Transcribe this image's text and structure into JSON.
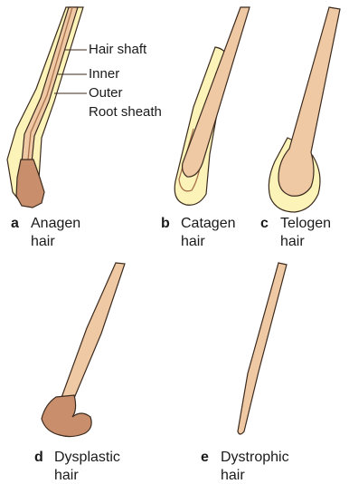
{
  "labels": {
    "hair_shaft": "Hair shaft",
    "inner": "Inner",
    "outer": "Outer",
    "root_sheath": "Root sheath"
  },
  "panels": [
    {
      "letter": "a",
      "line1": "Anagen",
      "line2": "hair"
    },
    {
      "letter": "b",
      "line1": "Catagen",
      "line2": "hair"
    },
    {
      "letter": "c",
      "line1": "Telogen",
      "line2": "hair"
    },
    {
      "letter": "d",
      "line1": "Dysplastic",
      "line2": "hair"
    },
    {
      "letter": "e",
      "line1": "Dystrophic",
      "line2": "hair"
    }
  ],
  "colors": {
    "shaft": "#efc9a4",
    "bulb": "#c98f6c",
    "sheath": "#fbf3b8",
    "inner_sheath": "#a9704c",
    "outline": "#3b2a1e",
    "text": "#1a1a1a"
  }
}
